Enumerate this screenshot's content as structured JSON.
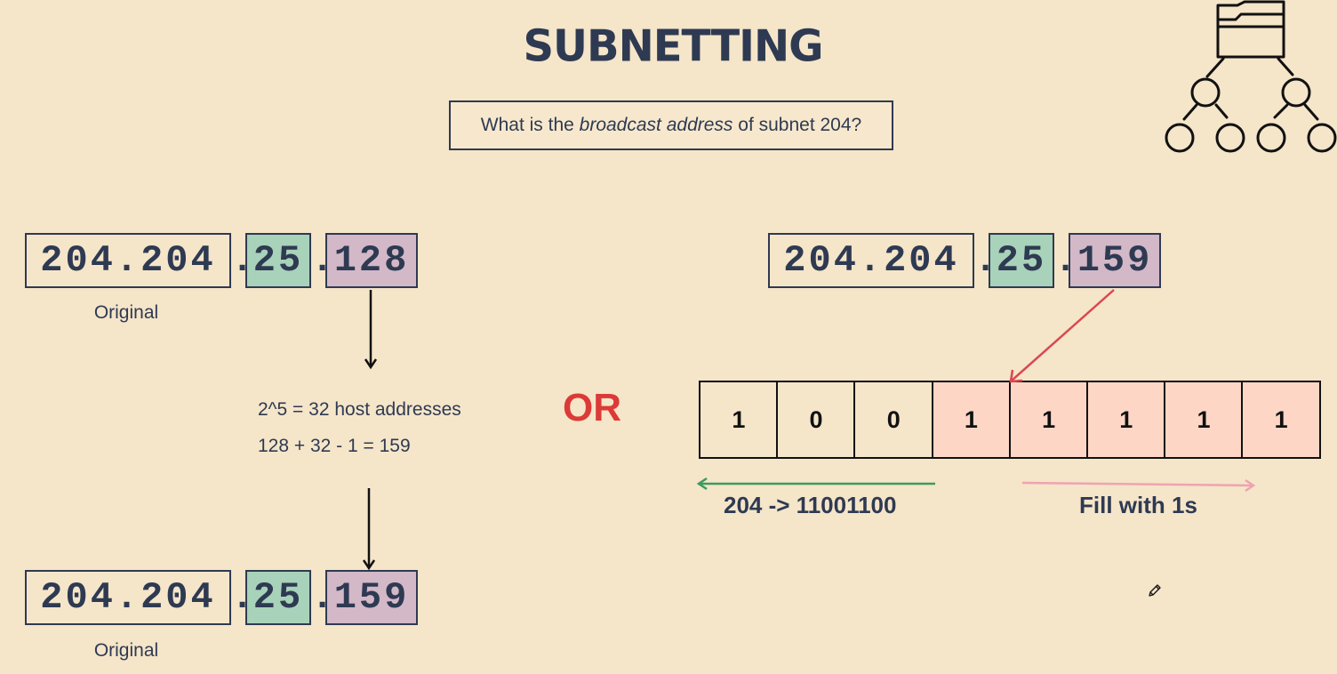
{
  "title": "SUBNETTING",
  "question": {
    "prefix": "What is the ",
    "emphasis": "broadcast address",
    "suffix": " of subnet 204?"
  },
  "left": {
    "original": {
      "prefix": "204.204",
      "green": "25",
      "purple": "128",
      "caption": "Original"
    },
    "calc_line1": "2^5 = 32 host addresses",
    "calc_line2": "128 + 32 - 1 = 159",
    "result": {
      "prefix": "204.204",
      "green": "25",
      "purple": "159",
      "caption": "Original"
    }
  },
  "or_label": "OR",
  "right": {
    "ip": {
      "prefix": "204.204",
      "green": "25",
      "purple": "159"
    },
    "bits": [
      "1",
      "0",
      "0",
      "1",
      "1",
      "1",
      "1",
      "1"
    ],
    "filled_from_index": 3,
    "left_label": "204 -> 11001100",
    "right_label": "Fill with 1s"
  },
  "colors": {
    "background": "#f5e5c9",
    "text": "#2e3a52",
    "green": "#a8d2b9",
    "purple": "#d3b8c8",
    "filled_bit": "#fdd6c6",
    "or_red": "#dc3a36",
    "arrow_red": "#d9484f",
    "arrow_green": "#3c9a5f",
    "arrow_pink": "#efa3b2"
  },
  "icons": [
    "folder-tree-icon",
    "pencil-icon"
  ]
}
